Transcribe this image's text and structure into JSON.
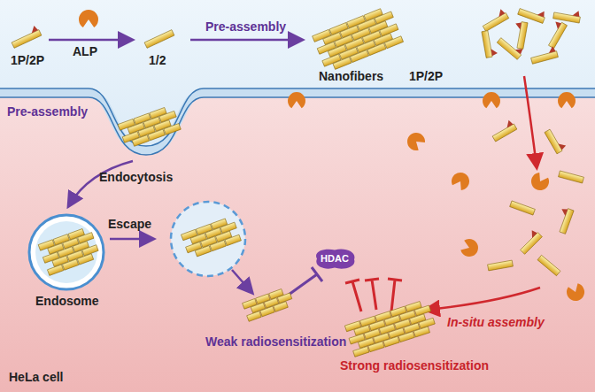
{
  "diagram": {
    "nodes": [
      {
        "text": [
          "HDAC"
        ]
      }
    ],
    "labels": [
      "1P/2P",
      "ALP",
      "1/2",
      "Pre-assembly",
      "Nanofibers",
      "1P/2P",
      "Pre-assembly",
      "Endocytosis",
      "Endosome",
      "Escape",
      "Weak radiosensitization",
      "In-situ assembly",
      "Strong radiosensitization",
      "HeLa cell"
    ]
  }
}
